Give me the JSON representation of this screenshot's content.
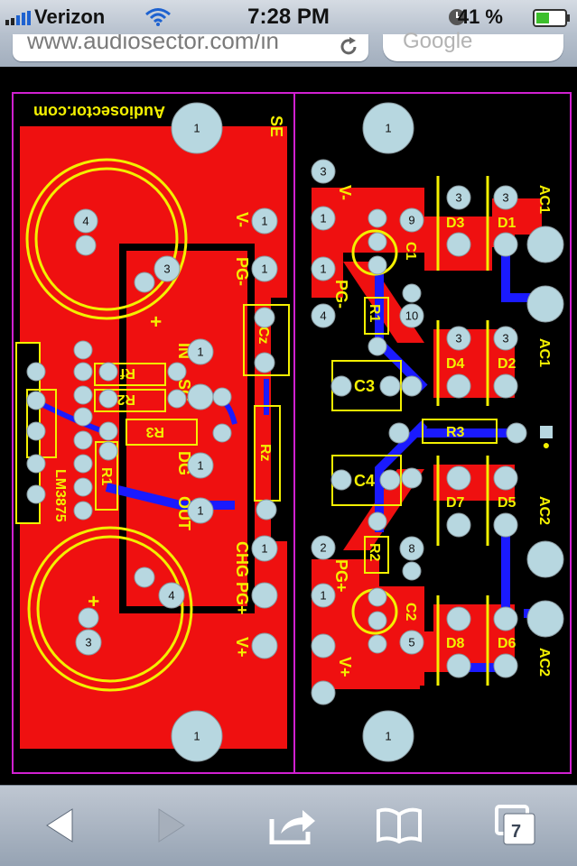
{
  "status_bar": {
    "carrier": "Verizon",
    "time": "7:28 PM",
    "battery_percent": "41 %"
  },
  "browser": {
    "url": "www.audiosector.com/in",
    "search_placeholder": "Google",
    "tabs_count": "7"
  },
  "pcb": {
    "left_board": {
      "site": "Audiosector.com",
      "se_label": "SE",
      "chip": "LM3875",
      "labels": [
        "V-",
        "PG-",
        "IN",
        "SG",
        "DG",
        "OUT",
        "CHG",
        "PG+",
        "V+",
        "Cz",
        "Rz",
        "Rf",
        "R2",
        "R3",
        "R1"
      ],
      "pads": [
        "4",
        "3",
        "1",
        "1",
        "1",
        "1",
        "1",
        "1",
        "1",
        "1",
        "4",
        "3"
      ]
    },
    "right_board": {
      "labels": [
        "V-",
        "PG-",
        "D3",
        "D1",
        "AC1",
        "D4",
        "D2",
        "AC1",
        "C1",
        "R1",
        "C3",
        "R3",
        "C4",
        "D7",
        "D5",
        "AC2",
        "R2",
        "C2",
        "D8",
        "D6",
        "AC2",
        "PG+",
        "V+"
      ],
      "pad_numbers": [
        "1",
        "3",
        "1",
        "1",
        "4",
        "9",
        "10",
        "3",
        "3",
        "3",
        "3",
        "8",
        "5",
        "2",
        "1",
        "1"
      ]
    }
  }
}
